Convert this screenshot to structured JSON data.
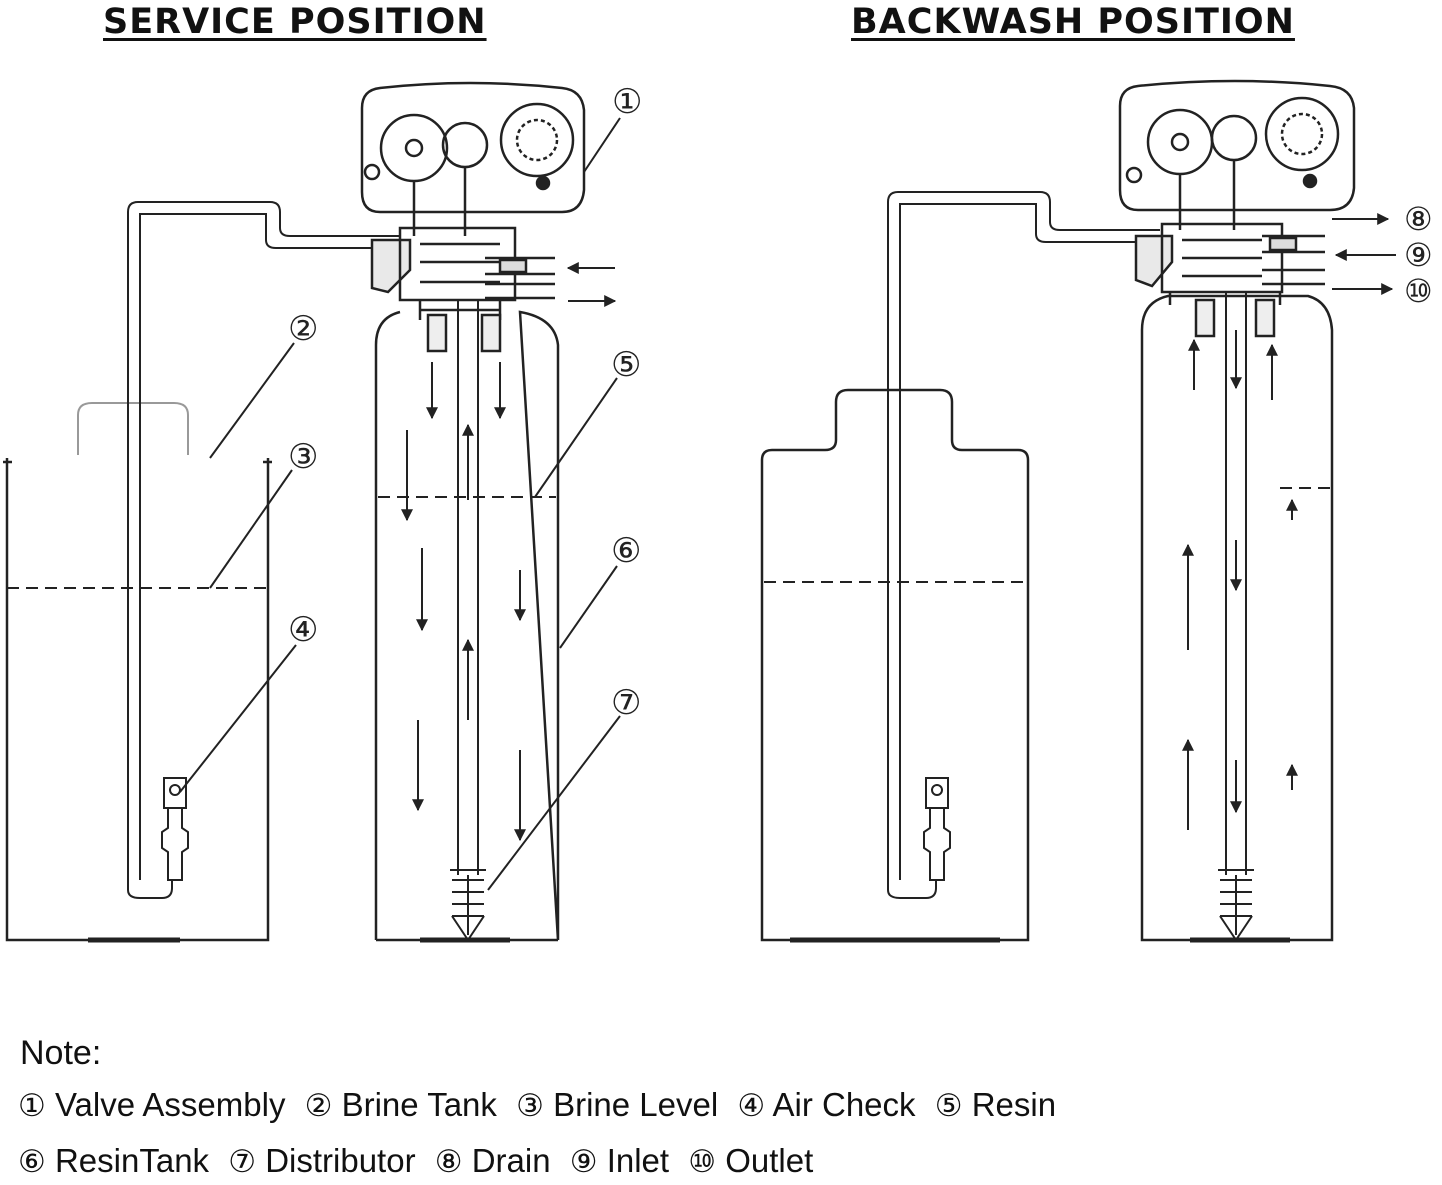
{
  "titles": {
    "service": "SERVICE POSITION",
    "backwash": "BACKWASH POSITION"
  },
  "callouts": [
    "①",
    "②",
    "③",
    "④",
    "⑤",
    "⑥",
    "⑦",
    "⑧",
    "⑨",
    "⑩"
  ],
  "note": {
    "title": "Note:",
    "legend": [
      {
        "num": "①",
        "label": "Valve Assembly"
      },
      {
        "num": "②",
        "label": "Brine Tank"
      },
      {
        "num": "③",
        "label": "Brine Level"
      },
      {
        "num": "④",
        "label": "Air Check"
      },
      {
        "num": "⑤",
        "label": "Resin"
      },
      {
        "num": "⑥",
        "label": "ResinTank"
      },
      {
        "num": "⑦",
        "label": "Distributor"
      },
      {
        "num": "⑧",
        "label": "Drain"
      },
      {
        "num": "⑨",
        "label": "Inlet"
      },
      {
        "num": "⑩",
        "label": "Outlet"
      }
    ]
  },
  "colors": {
    "line": "#222222",
    "background": "#ffffff"
  }
}
